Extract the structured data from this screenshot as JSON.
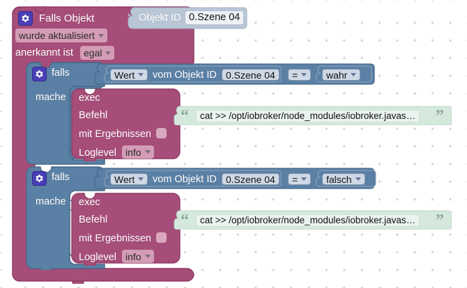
{
  "workspace": {
    "background_color": "#ffffff",
    "grid_color": "#c9c9c9"
  },
  "colors": {
    "trigger_pink": "#a64d79",
    "trigger_pink_dark": "#8f3d64",
    "logic_blue": "#5b80a5",
    "logic_blue_dark": "#47688a",
    "objectid_block": "#b9c6d6",
    "text_block": "#d4e8dc",
    "gear_purple": "#4a3fb5"
  },
  "trigger_block": {
    "name": "falls-objekt-trigger",
    "gear_icon": "gear-icon",
    "title": "Falls Objekt",
    "condition_dropdown": "wurde aktualisiert",
    "ack_label": "anerkannt ist",
    "ack_dropdown": "egal",
    "object_id_socket": {
      "name": "objekt-id-block",
      "label": "Objekt ID",
      "value": "0.Szene 04"
    }
  },
  "if_blocks": [
    {
      "name": "falls-block-1",
      "gear_icon": "gear-icon",
      "title": "falls",
      "do_label": "mache",
      "condition": {
        "value_dropdown": "Wert",
        "from_label": "vom Objekt ID",
        "object_id": "0.Szene 04",
        "operator": "=",
        "compare_value": "wahr"
      },
      "exec": {
        "name": "exec-block-1",
        "title": "exec",
        "command_label": "Befehl",
        "with_results_label": "mit Ergebnissen",
        "with_results_checked": false,
        "loglevel_label": "Loglevel",
        "loglevel_value": "info",
        "command_text": "cat >> /opt/iobroker/node_modules/iobroker.javas…"
      }
    },
    {
      "name": "falls-block-2",
      "gear_icon": "gear-icon",
      "title": "falls",
      "do_label": "mache",
      "condition": {
        "value_dropdown": "Wert",
        "from_label": "vom Objekt ID",
        "object_id": "0.Szene 04",
        "operator": "=",
        "compare_value": "falsch"
      },
      "exec": {
        "name": "exec-block-2",
        "title": "exec",
        "command_label": "Befehl",
        "with_results_label": "mit Ergebnissen",
        "with_results_checked": false,
        "loglevel_label": "Loglevel",
        "loglevel_value": "info",
        "command_text": "cat >> /opt/iobroker/node_modules/iobroker.javas…"
      }
    }
  ]
}
